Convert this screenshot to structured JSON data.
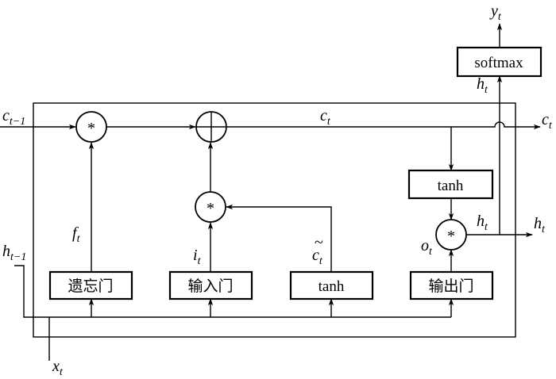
{
  "boxes": {
    "softmax": "softmax",
    "tanh_top": "tanh",
    "forget_gate": "遗忘门",
    "input_gate": "输入门",
    "tanh_bottom": "tanh",
    "output_gate": "输出门"
  },
  "operators": {
    "multiply": "*",
    "tilde": "~"
  },
  "labels": {
    "c_prev": {
      "base": "c",
      "sub": "t−1"
    },
    "c_t_mid": {
      "base": "c",
      "sub": "t"
    },
    "c_t_out": {
      "base": "c",
      "sub": "t"
    },
    "y_t": {
      "base": "y",
      "sub": "t"
    },
    "h_t_top": {
      "base": "h",
      "sub": "t"
    },
    "h_t_mid": {
      "base": "h",
      "sub": "t"
    },
    "h_t_out": {
      "base": "h",
      "sub": "t"
    },
    "h_prev": {
      "base": "h",
      "sub": "t−1"
    },
    "f_t": {
      "base": "f",
      "sub": "t"
    },
    "i_t": {
      "base": "i",
      "sub": "t"
    },
    "c_tilde": {
      "base": "c",
      "sub": "t"
    },
    "o_t": {
      "base": "o",
      "sub": "t"
    },
    "x_t": {
      "base": "x",
      "sub": "t"
    }
  }
}
